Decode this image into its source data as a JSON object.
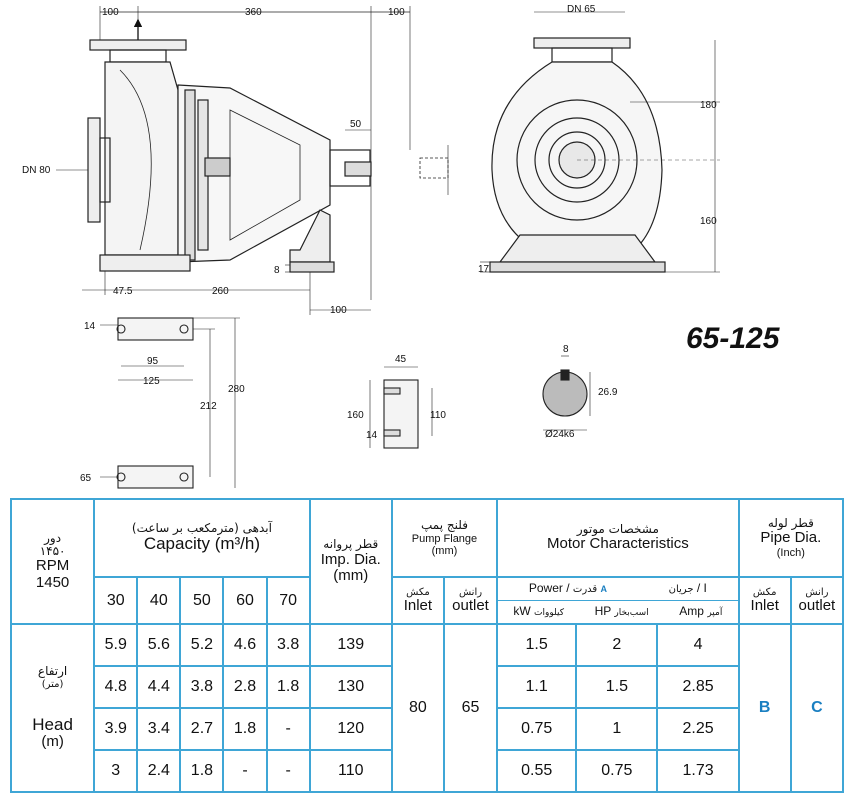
{
  "model": "65-125",
  "drawing": {
    "dims": {
      "top_100_left": "100",
      "top_360": "360",
      "top_100_right": "100",
      "dn_outlet": "DN 65",
      "dn_inlet": "DN 80",
      "shaft_50": "50",
      "h_180": "180",
      "h_160": "160",
      "foot_8": "8",
      "foot_17": "17",
      "bottom_47_5": "47.5",
      "bottom_260": "260",
      "bottom_100": "100",
      "bp_14": "14",
      "bp_95": "95",
      "bp_125": "125",
      "bp_212": "212",
      "bp_280": "280",
      "bp_65": "65",
      "mf_45": "45",
      "mf_160": "160",
      "mf_110": "110",
      "mf_14": "14",
      "key_8": "8",
      "key_26_9": "26.9",
      "key_dia": "Ø24k6"
    }
  },
  "table": {
    "rpm_fa": "دور",
    "rpm_fa_val": "۱۴۵۰",
    "rpm_en": "RPM",
    "rpm_en_val": "1450",
    "capacity_fa": "آبدهی (مترمکعب بر ساعت)",
    "capacity_en": "Capacity (m³/h)",
    "imp_fa": "قطر پروانه",
    "imp_en": "Imp. Dia.",
    "imp_unit": "(mm)",
    "flange_fa": "فلنج پمپ",
    "flange_en": "Pump Flange",
    "flange_unit": "(mm)",
    "motor_fa": "مشخصات موتور",
    "motor_en": "Motor Characteristics",
    "pipe_fa": "قطر لوله",
    "pipe_en": "Pipe Dia.",
    "pipe_unit": "(Inch)",
    "capacities": [
      "30",
      "40",
      "50",
      "60",
      "70"
    ],
    "inlet_fa": "مکش",
    "inlet_en": "Inlet",
    "outlet_fa": "رانش",
    "outlet_en": "outlet",
    "power_en": "Power  /",
    "power_fa": "قدرت",
    "power_mark": "A",
    "current_fa": "جریان",
    "current_en": "/  I",
    "kw_en": "kW",
    "kw_fa": "کیلووات",
    "hp_en": "HP",
    "hp_fa": "اسب‌بخار",
    "amp_en": "Amp",
    "amp_fa": "آمپر",
    "head_fa": "ارتفاع",
    "head_fa_unit": "(متر)",
    "head_en": "Head",
    "head_en_unit": "(m)",
    "flange_inlet_val": "80",
    "flange_outlet_val": "65",
    "pipe_inlet_mark": "B",
    "pipe_outlet_mark": "C",
    "rows": [
      {
        "heads": [
          "5.9",
          "5.6",
          "5.2",
          "4.6",
          "3.8"
        ],
        "imp": "139",
        "kw": "1.5",
        "hp": "2",
        "amp": "4"
      },
      {
        "heads": [
          "4.8",
          "4.4",
          "3.8",
          "2.8",
          "1.8"
        ],
        "imp": "130",
        "kw": "1.1",
        "hp": "1.5",
        "amp": "2.85"
      },
      {
        "heads": [
          "3.9",
          "3.4",
          "2.7",
          "1.8",
          "-"
        ],
        "imp": "120",
        "kw": "0.75",
        "hp": "1",
        "amp": "2.25"
      },
      {
        "heads": [
          "3",
          "2.4",
          "1.8",
          "-",
          "-"
        ],
        "imp": "110",
        "kw": "0.55",
        "hp": "0.75",
        "amp": "1.73"
      }
    ]
  }
}
